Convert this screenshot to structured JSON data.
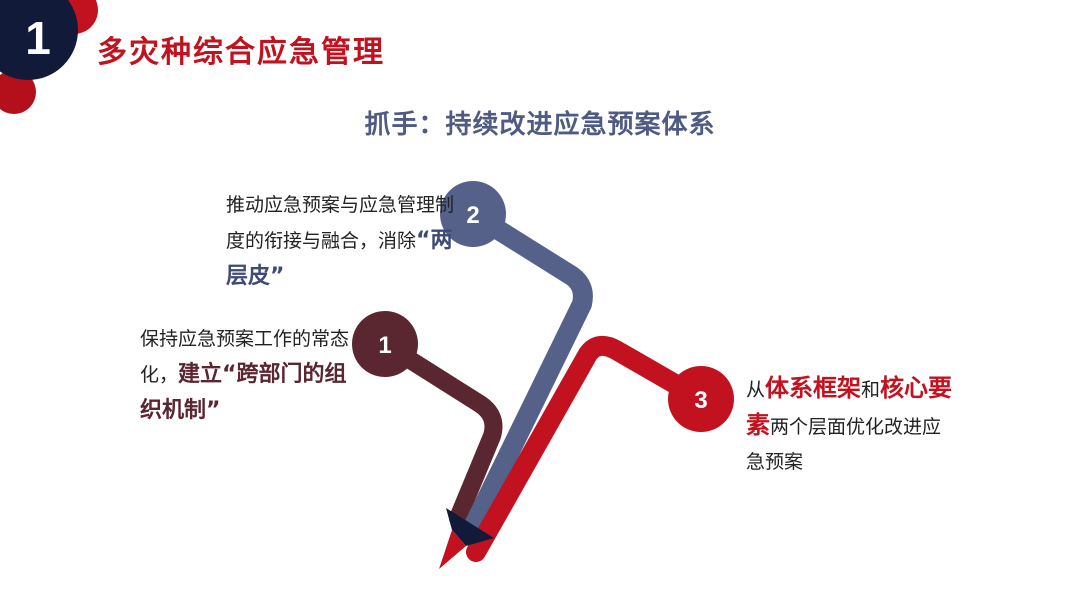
{
  "header": {
    "section_number": "1",
    "section_title": "多灾种综合应急管理"
  },
  "subtitle": "抓手：持续改进应急预案体系",
  "nodes": [
    {
      "label": "1",
      "color": "#5a2630"
    },
    {
      "label": "2",
      "color": "#56618a"
    },
    {
      "label": "3",
      "color": "#c2121f"
    }
  ],
  "blocks": {
    "block2": {
      "text1": "推动应急预案与应急管理制度的衔接与融合，消除",
      "highlight": "“两层皮”"
    },
    "block1": {
      "text1": "保持应急预案工作的常态化，",
      "highlight": "建立“跨部门的组织机制”"
    },
    "block3": {
      "w1": "从",
      "h1": "体系框架",
      "w2": "和",
      "h2": "核心要素",
      "w3": "两个层面优化改进应急预案"
    }
  },
  "colors": {
    "accent_red": "#c2121f",
    "navy": "#121a3a",
    "slate": "#56618a",
    "maroon": "#5a2630"
  }
}
